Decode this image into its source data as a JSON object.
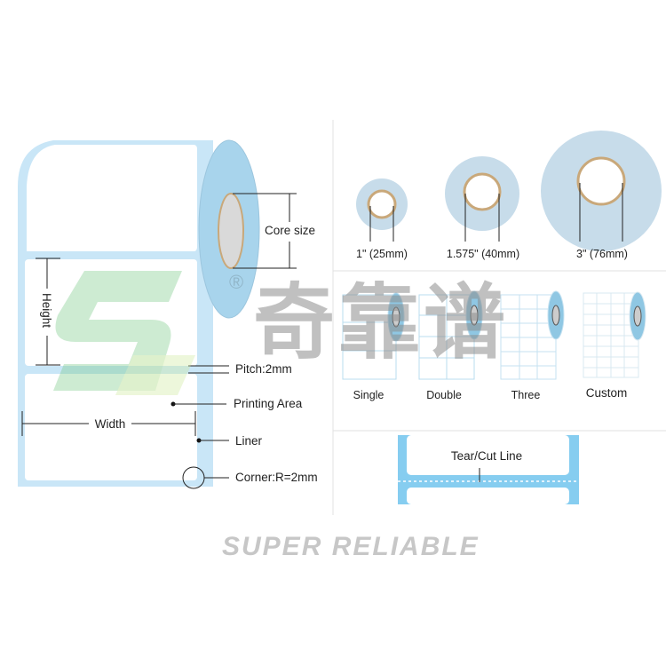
{
  "roll_diagram": {
    "core_size": "Core size",
    "height": "Height",
    "width": "Width",
    "pitch": "Pitch:2mm",
    "printing_area": "Printing Area",
    "liner": "Liner",
    "corner": "Corner:R=2mm"
  },
  "core_sizes": [
    {
      "label": "1\" (25mm)"
    },
    {
      "label": "1.575\" (40mm)"
    },
    {
      "label": "3\" (76mm)"
    }
  ],
  "layouts": [
    {
      "label": "Single"
    },
    {
      "label": "Double"
    },
    {
      "label": "Three"
    },
    {
      "label": "Custom"
    }
  ],
  "tear": {
    "label": "Tear/Cut Line"
  },
  "watermark": {
    "chinese": "奇靠谱",
    "english": "SUPER RELIABLE",
    "mark": "®"
  },
  "colors": {
    "liner": "#c9e6f7",
    "roll_end": "#a8d4ec",
    "core_ring": "#c9a87a",
    "tear_blue": "#86cdf0"
  }
}
